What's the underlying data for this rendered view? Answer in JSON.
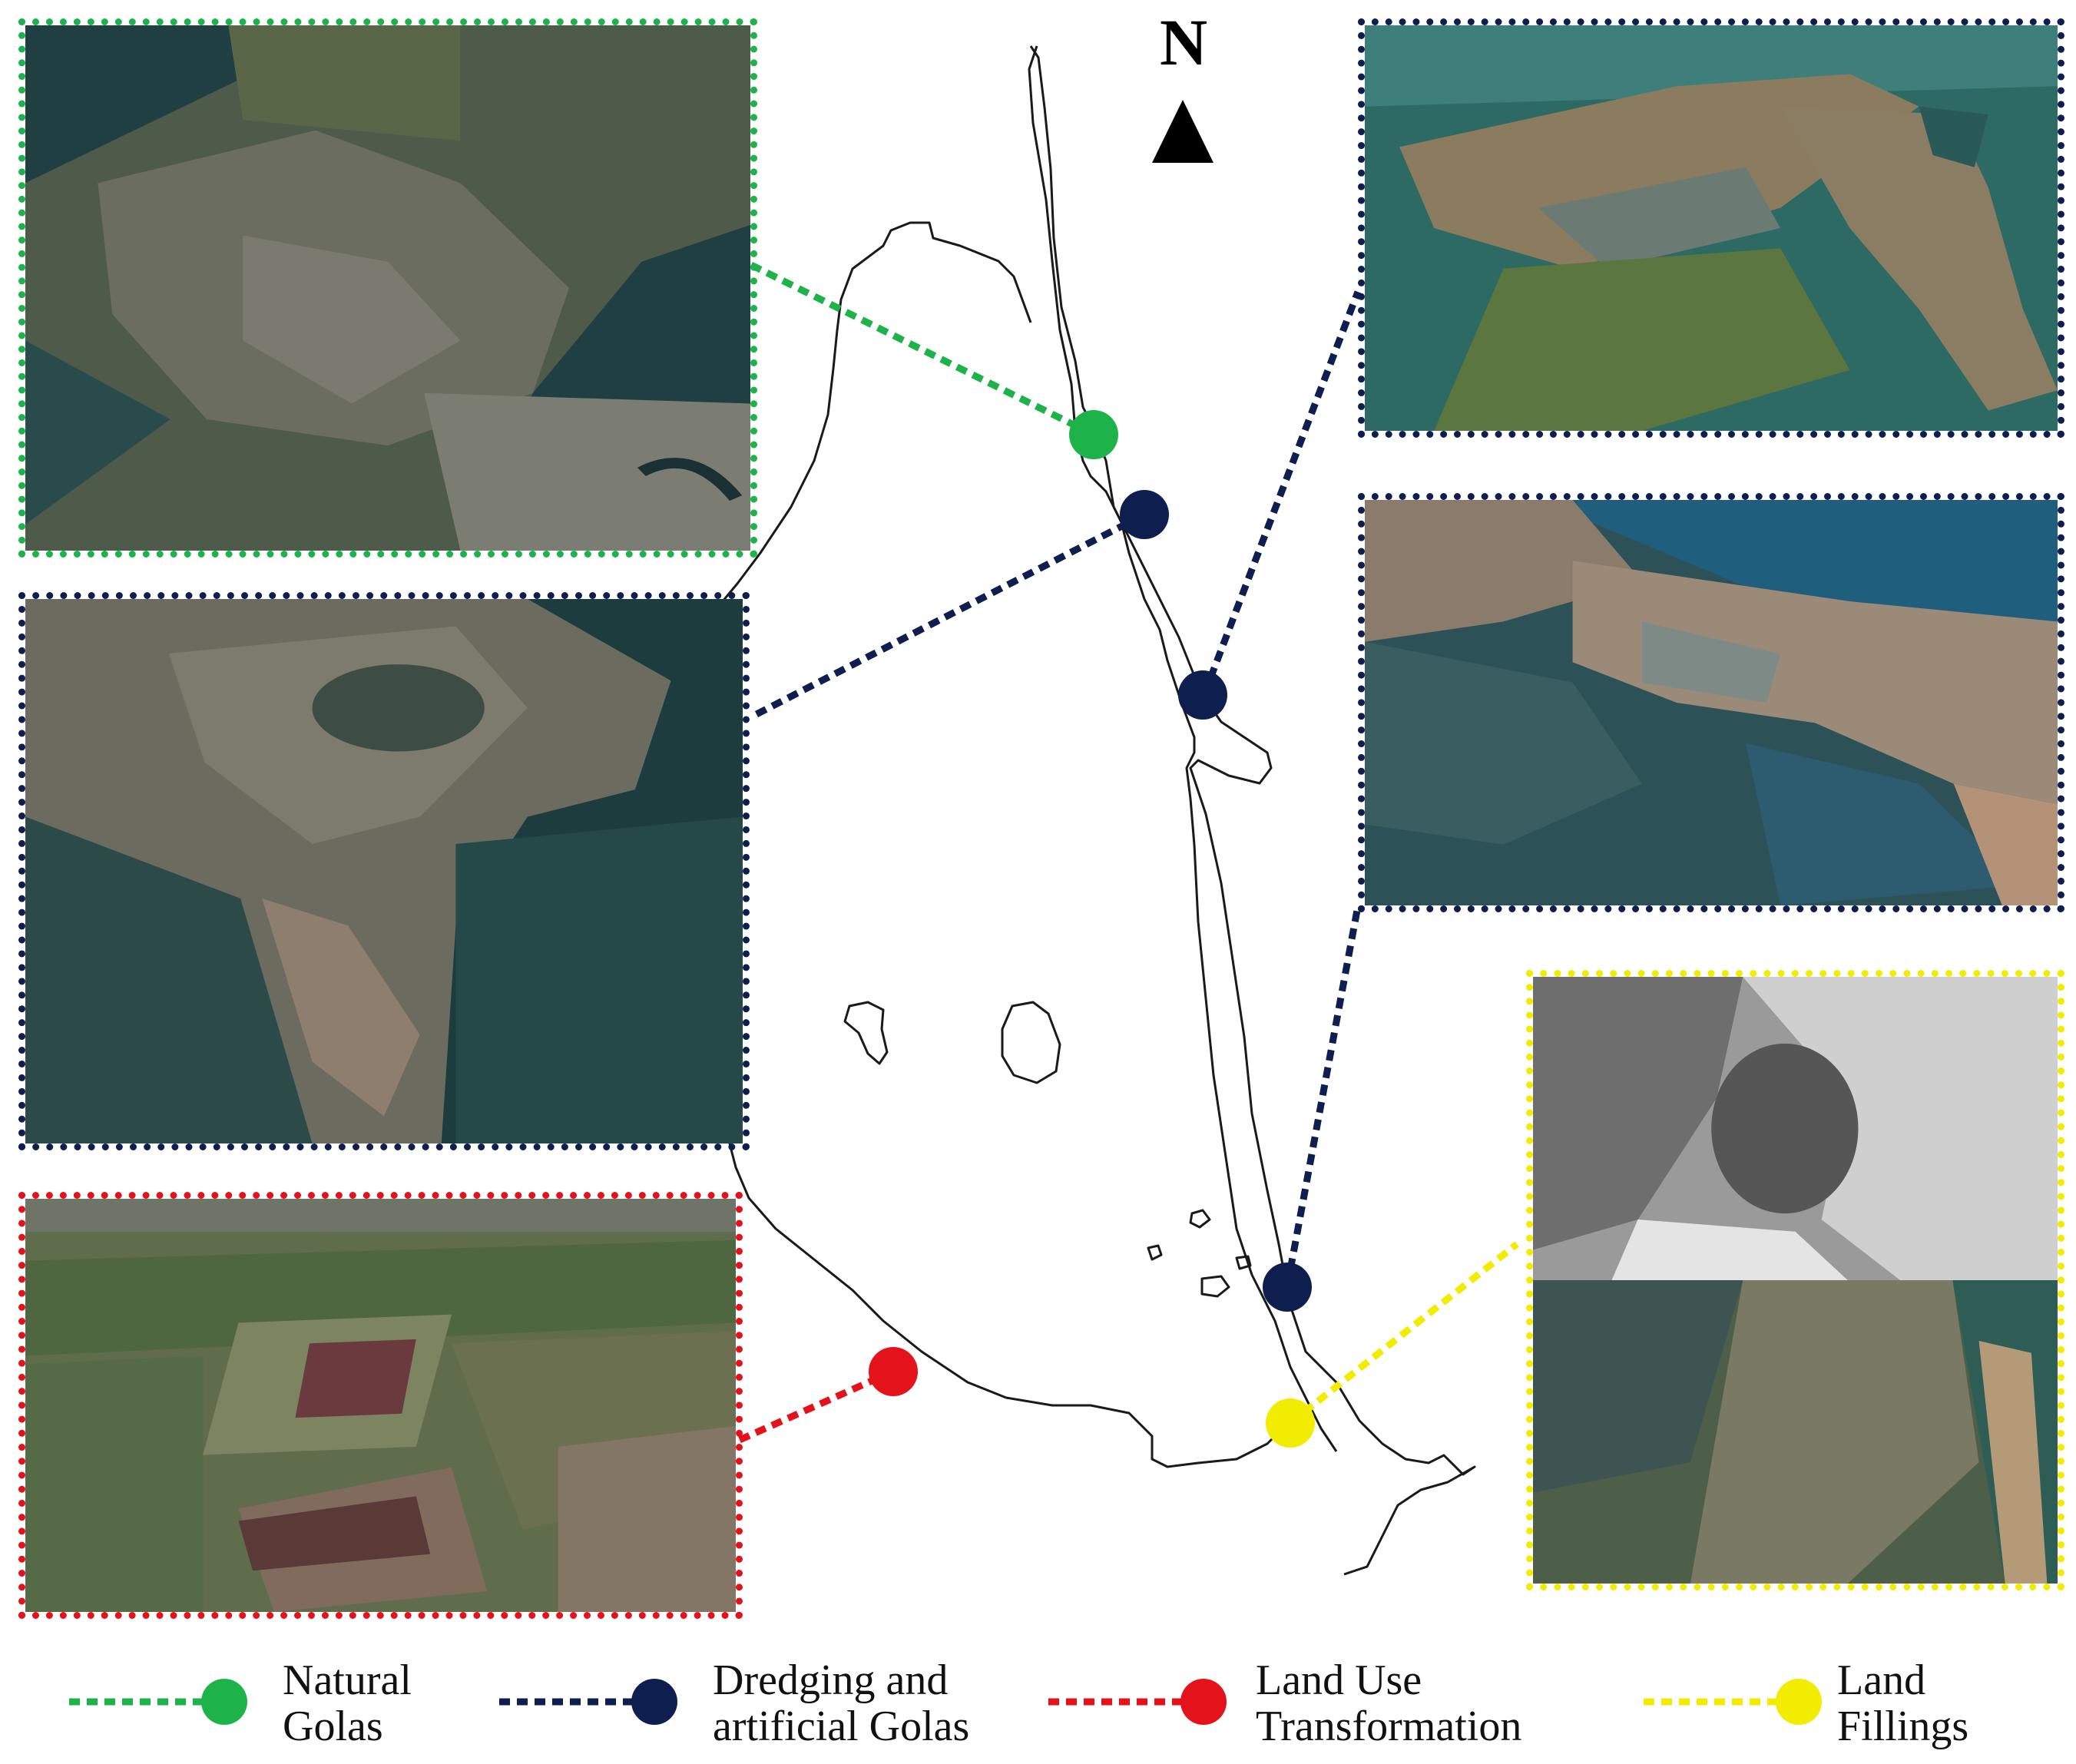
{
  "north_label": "N",
  "colors": {
    "natural": "#1db34a",
    "dredging": "#0e1f4f",
    "land_use": "#e3121b",
    "land_fillings": "#f2ec00"
  },
  "legend": [
    {
      "label": "Natural\nGolas",
      "color": "#1db34a"
    },
    {
      "label": "Dredging and\nartificial Golas",
      "color": "#0e1f4f"
    },
    {
      "label": "Land Use\nTransformation",
      "color": "#e3121b"
    },
    {
      "label": "Land\nFillings",
      "color": "#f2ec00"
    }
  ],
  "photos": [
    {
      "name": "natural-golas-photo",
      "category": "Natural Golas"
    },
    {
      "name": "dredging-photo-west",
      "category": "Dredging and artificial Golas"
    },
    {
      "name": "land-use-photo",
      "category": "Land Use Transformation"
    },
    {
      "name": "dredging-photo-northeast",
      "category": "Dredging and artificial Golas"
    },
    {
      "name": "dredging-photo-east",
      "category": "Dredging and artificial Golas"
    },
    {
      "name": "land-fillings-photo",
      "category": "Land Fillings"
    }
  ]
}
